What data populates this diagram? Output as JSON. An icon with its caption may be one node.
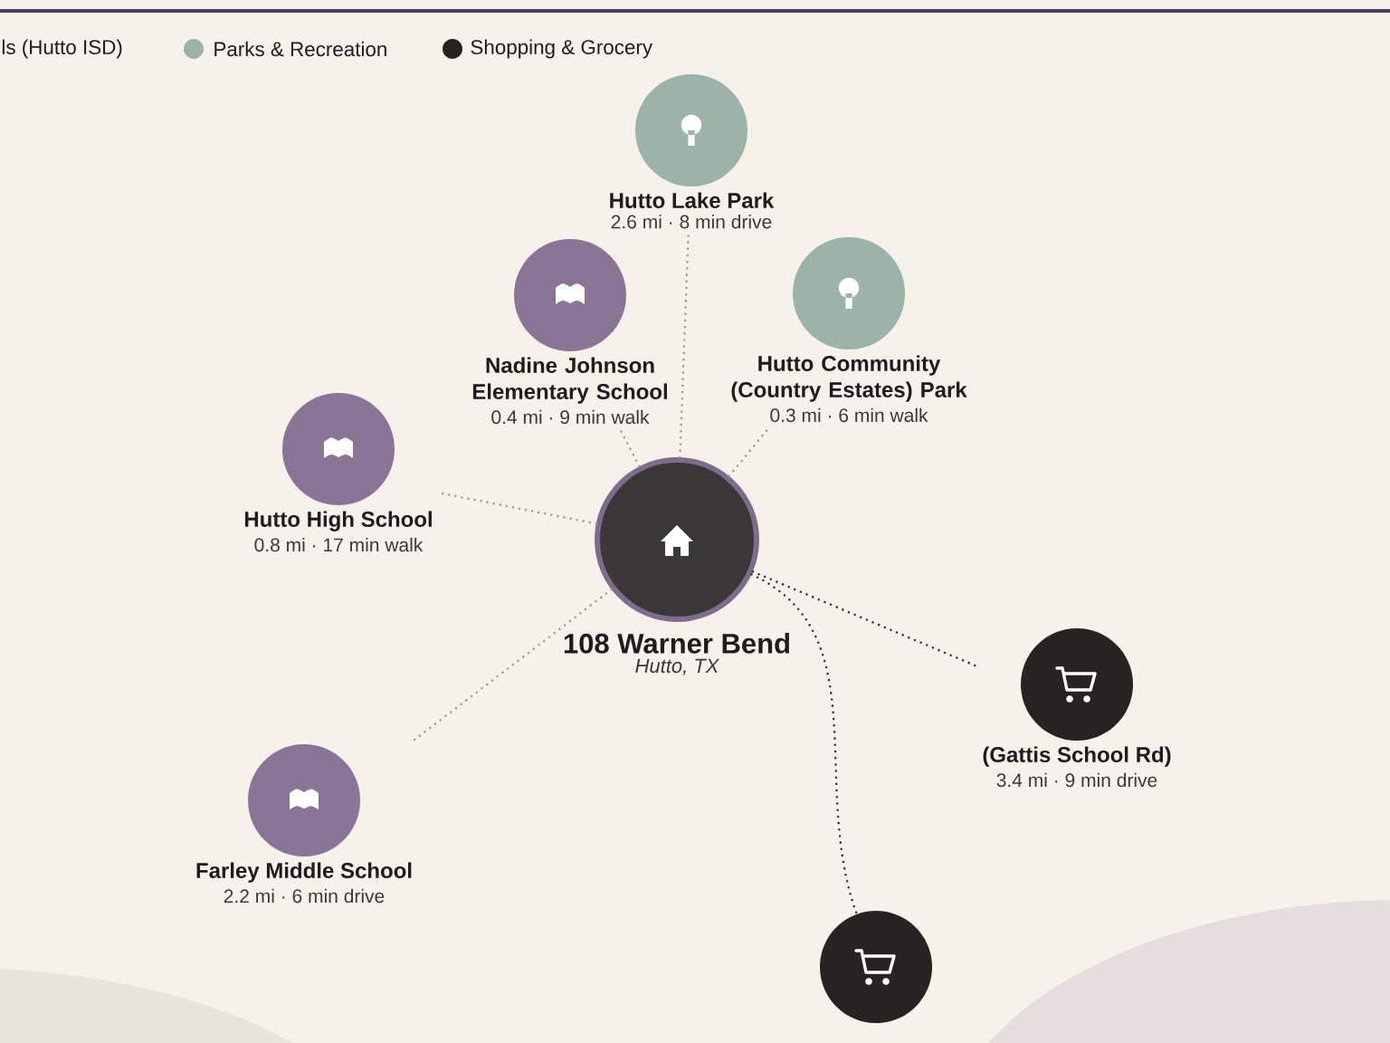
{
  "diagram": {
    "nodes": [
      {
        "text": [
          "108 Warner Bend",
          "Hutto, TX"
        ]
      },
      {
        "text": [
          "Hutto Lake Park",
          "2.6 mi · 8 min drive"
        ]
      },
      {
        "text": [
          "Nadine Johnson Elementary School",
          "0.4 mi · 9 min walk"
        ]
      },
      {
        "text": [
          "Hutto Community (Country Estates) Park",
          "0.3 mi · 6 min walk"
        ]
      },
      {
        "text": [
          "Hutto High School",
          "0.8 mi · 17 min walk"
        ]
      },
      {
        "text": [
          "Farley Middle School",
          "2.2 mi · 6 min drive"
        ]
      },
      {
        "text": [
          "(Gattis School Rd)",
          "3.4 mi · 9 min drive"
        ]
      },
      {
        "text": [],
        "shape": "circle"
      }
    ],
    "edges": [
      {
        "from": 0,
        "to": 1,
        "arrow": "none"
      },
      {
        "from": 0,
        "to": 2,
        "arrow": "none"
      },
      {
        "from": 0,
        "to": 3,
        "arrow": "none"
      },
      {
        "from": 0,
        "to": 4,
        "arrow": "none"
      },
      {
        "from": 0,
        "to": 5,
        "arrow": "none"
      },
      {
        "from": 0,
        "to": 6,
        "arrow": "none",
        "color": "#3a3636"
      },
      {
        "from": 0,
        "to": 7,
        "arrow": "none",
        "color": "#3a3636"
      }
    ],
    "legend": [
      {
        "text": "ls (Hutto ISD)"
      },
      {
        "text": "Parks & Recreation",
        "color": "#9cb3a7"
      },
      {
        "text": "Shopping & Grocery",
        "color": "#262322"
      }
    ]
  }
}
